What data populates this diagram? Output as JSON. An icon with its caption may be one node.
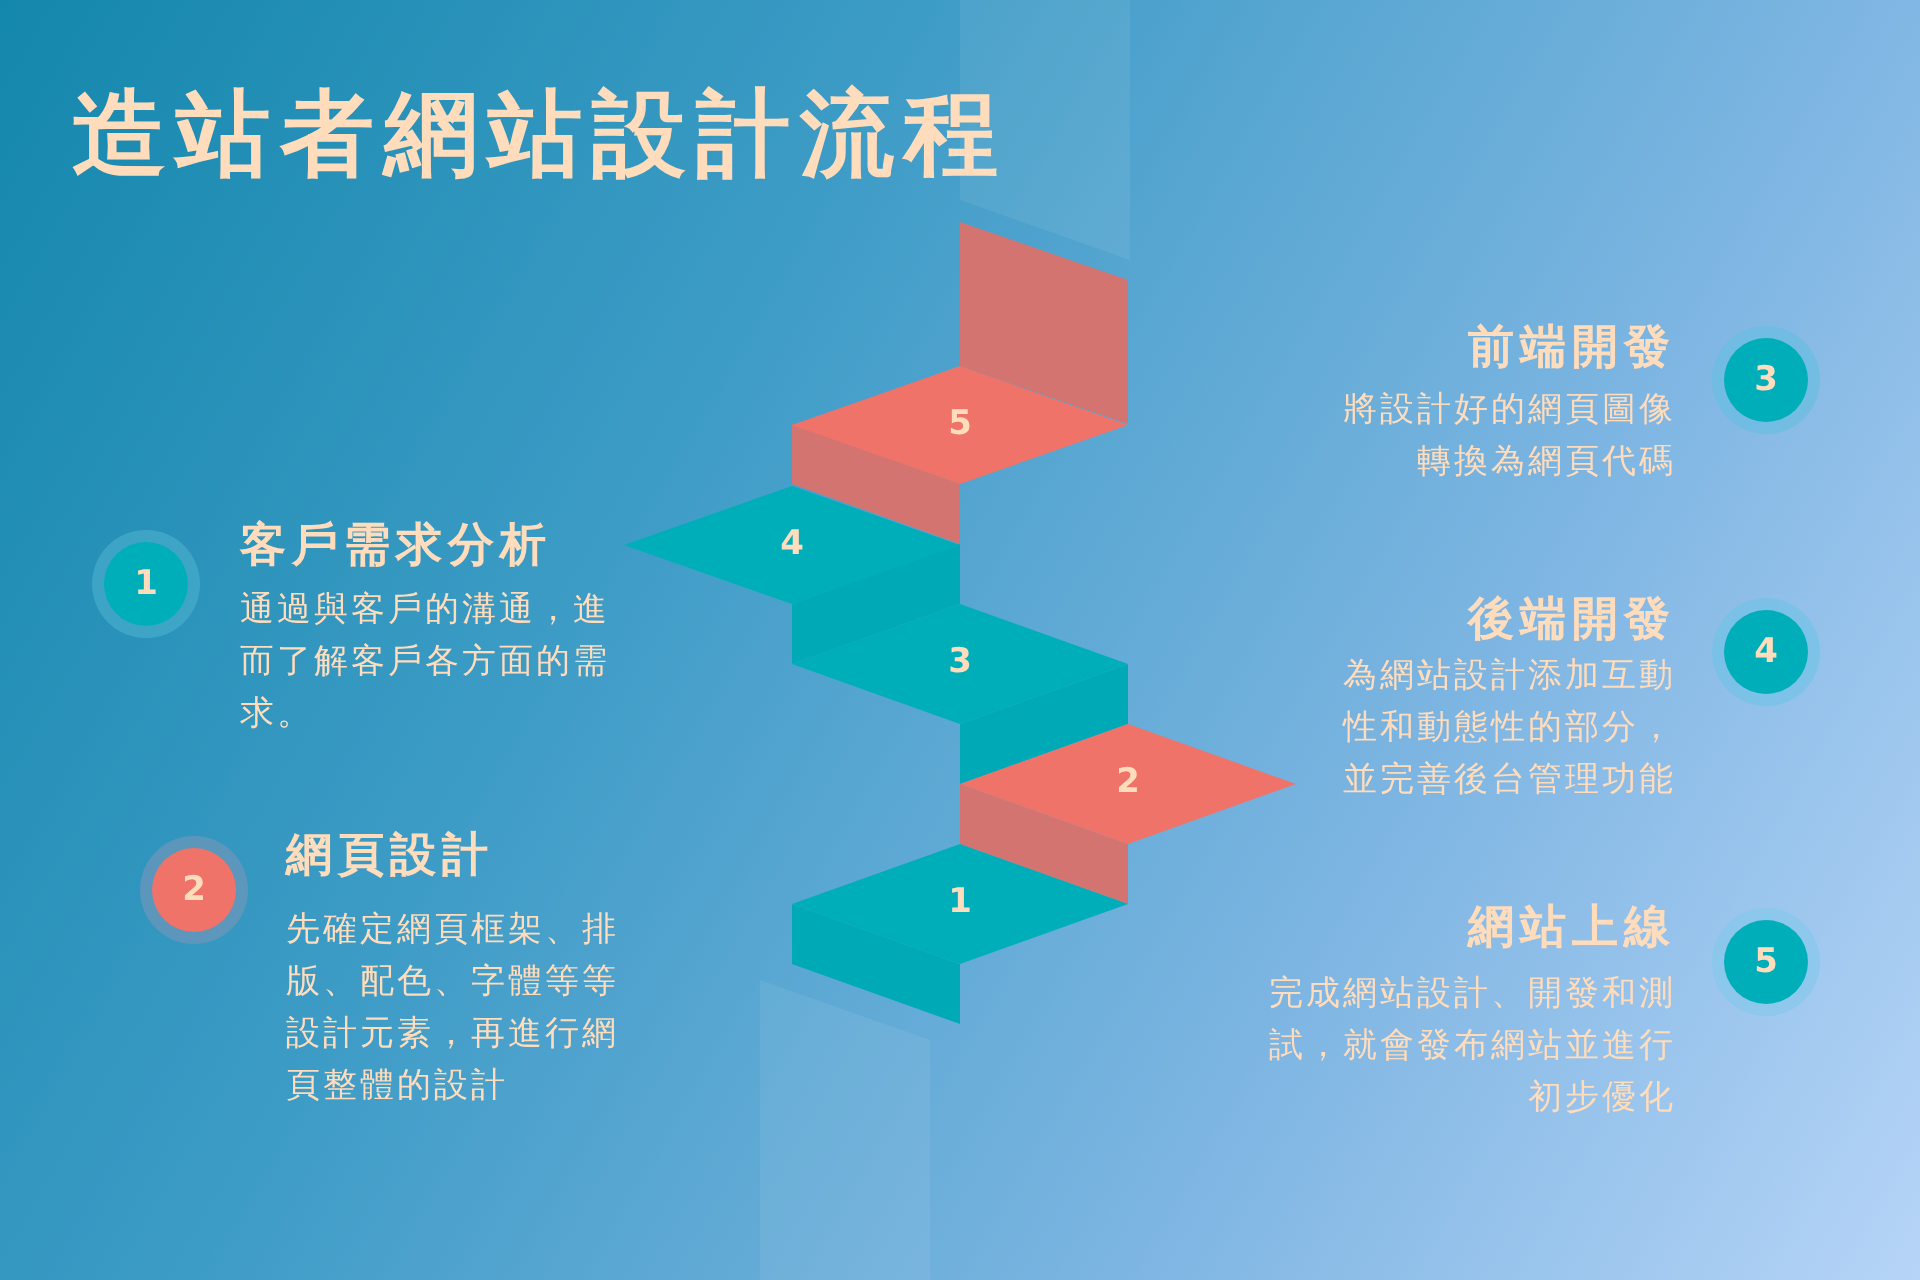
{
  "diagram": {
    "title": "造站者網站設計流程",
    "nodes": [
      {
        "text": [
          "1"
        ],
        "beside": [
          "客戶需求分析",
          "通過與客戶的溝通，進而了解客戶各方面的需求。"
        ]
      },
      {
        "text": [
          "2"
        ],
        "beside": [
          "網頁設計",
          "先確定網頁框架、排版、配色、字體等等設計元素，再進行網頁整體的設計"
        ]
      },
      {
        "text": [
          "3"
        ],
        "beside": [
          "前端開發",
          "將設計好的網頁圖像轉換為網頁代碼"
        ]
      },
      {
        "text": [
          "4"
        ],
        "beside": [
          "後端開發",
          "為網站設計添加互動性和動態性的部分，並完善後台管理功能"
        ]
      },
      {
        "text": [
          "5"
        ],
        "beside": [
          "網站上線",
          "完成網站設計、開發和測試，就會發布網站並進行初步優化"
        ]
      },
      {
        "text": [
          "1"
        ]
      },
      {
        "text": [
          "2"
        ]
      },
      {
        "text": [
          "3"
        ]
      },
      {
        "text": [
          "4"
        ]
      },
      {
        "text": [
          "5"
        ]
      }
    ]
  }
}
